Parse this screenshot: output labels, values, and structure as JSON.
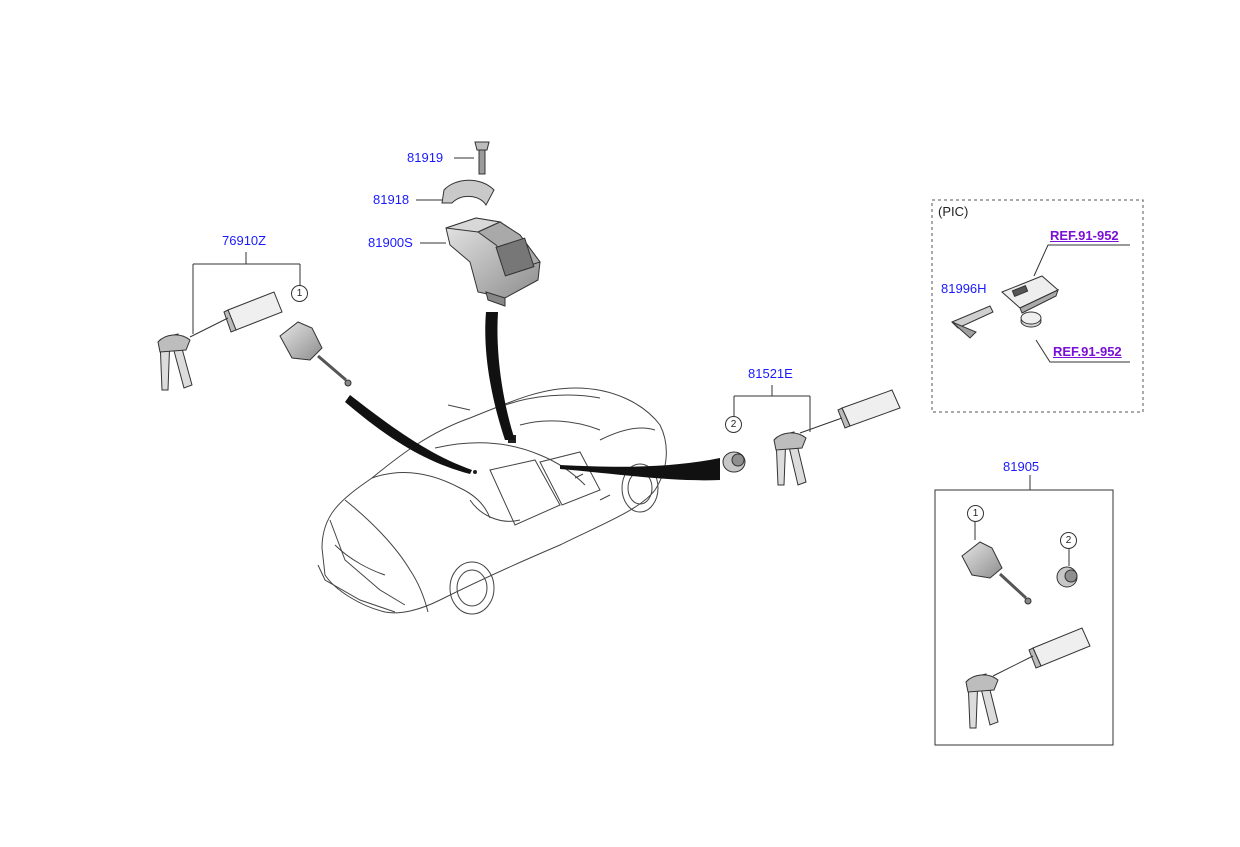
{
  "parts": {
    "p81919": "81919",
    "p81918": "81918",
    "p81900S": "81900S",
    "p76910Z": "76910Z",
    "p81521E": "81521E",
    "p81905": "81905",
    "p81996H": "81996H"
  },
  "pic_box": {
    "title": "(PIC)",
    "ref_top": "REF.91-952",
    "ref_bottom": "REF.91-952"
  },
  "callouts": {
    "one_a": "1",
    "two_a": "2",
    "one_b": "1",
    "two_b": "2"
  },
  "colors": {
    "part_number": "#1a1aff",
    "reference": "#7a0fd6",
    "part_fill": "#c8c8c8",
    "outline": "#333333"
  }
}
